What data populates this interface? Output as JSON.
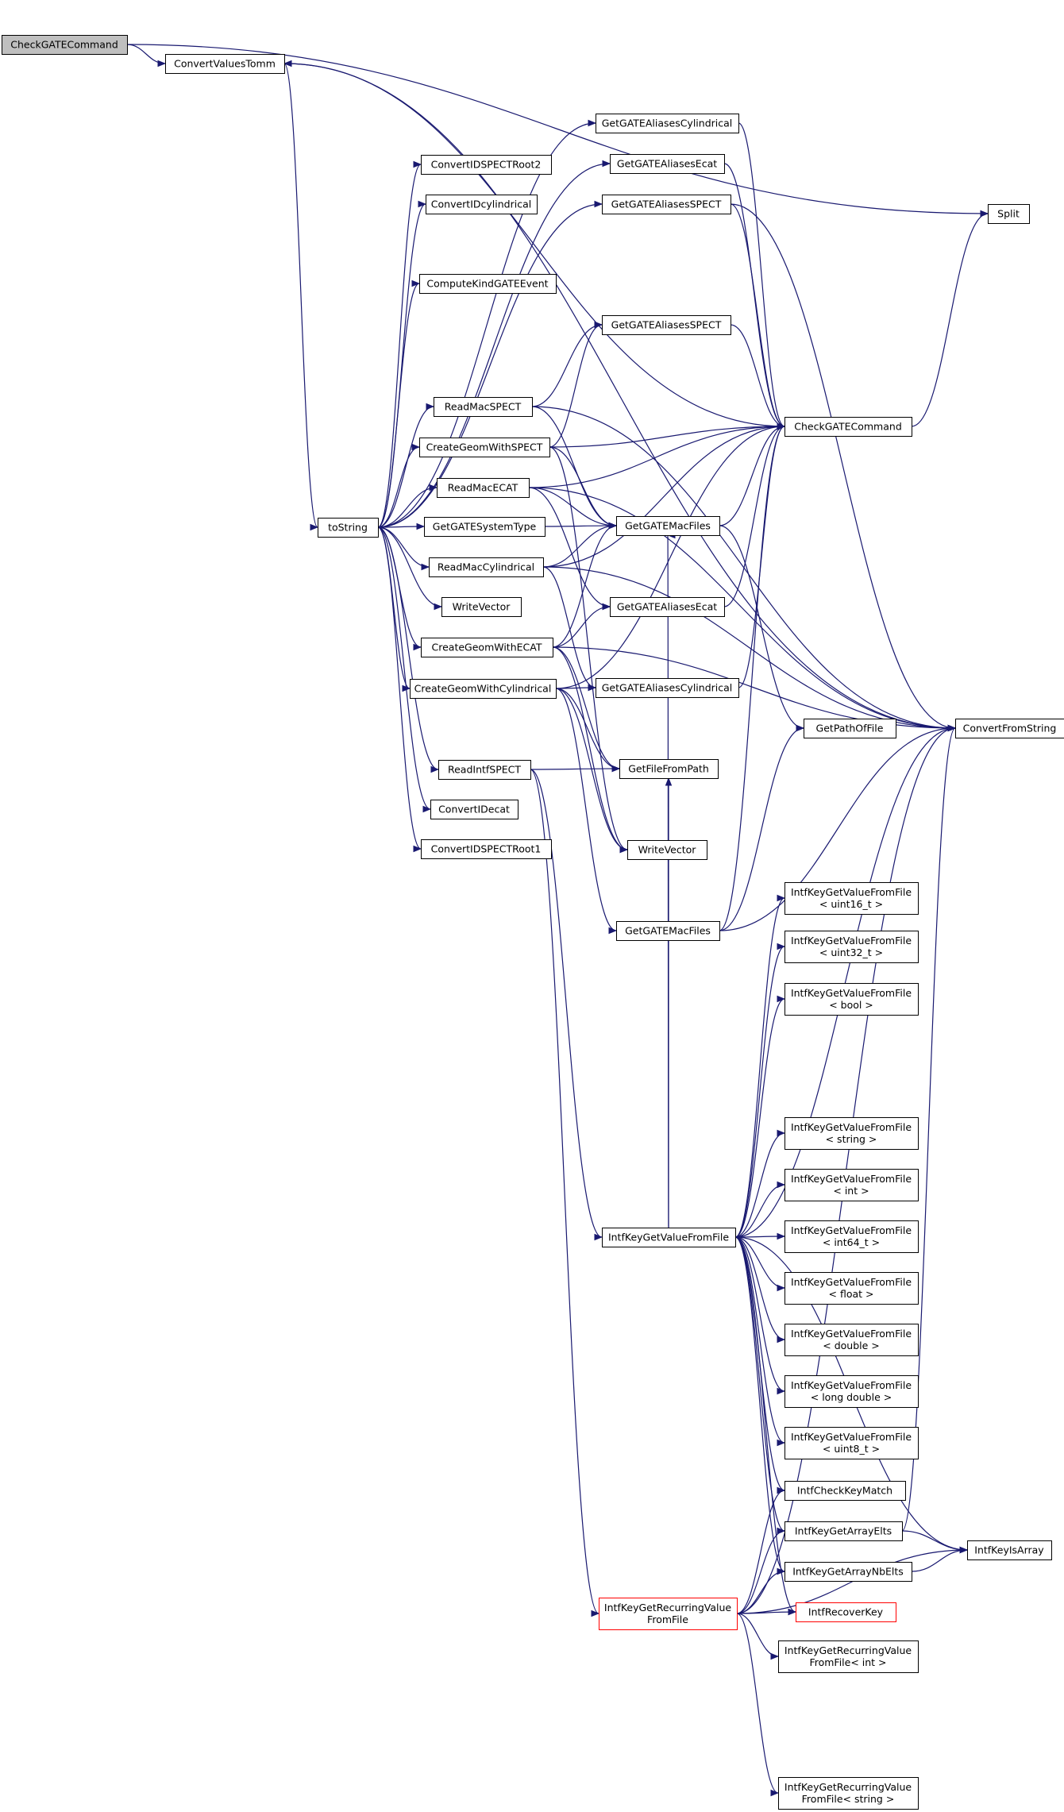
{
  "graph": {
    "edge_color": "#191970",
    "truncated_color": "#ff0000",
    "root_fill": "#bfbfbf",
    "nodes": [
      {
        "id": "root",
        "lines": [
          "CheckGATECommand"
        ]
      },
      {
        "id": "cvt",
        "lines": [
          "ConvertValuesTomm"
        ]
      },
      {
        "id": "split",
        "lines": [
          "Split"
        ]
      },
      {
        "id": "tostring",
        "lines": [
          "toString"
        ]
      },
      {
        "id": "cfs",
        "lines": [
          "ConvertFromString"
        ]
      },
      {
        "id": "cgc",
        "lines": [
          "CheckGATECommand"
        ]
      },
      {
        "id": "ciroot2",
        "lines": [
          "ConvertIDSPECTRoot2"
        ]
      },
      {
        "id": "cicyl",
        "lines": [
          "ConvertIDcylindrical"
        ]
      },
      {
        "id": "ckind",
        "lines": [
          "ComputeKindGATEEvent"
        ]
      },
      {
        "id": "rmspect",
        "lines": [
          "ReadMacSPECT"
        ]
      },
      {
        "id": "cgspect",
        "lines": [
          "CreateGeomWithSPECT"
        ]
      },
      {
        "id": "rmecat",
        "lines": [
          "ReadMacECAT"
        ]
      },
      {
        "id": "gst",
        "lines": [
          "GetGATESystemType"
        ]
      },
      {
        "id": "rmcyl",
        "lines": [
          "ReadMacCylindrical"
        ]
      },
      {
        "id": "wv1",
        "lines": [
          "WriteVector"
        ]
      },
      {
        "id": "cgecat",
        "lines": [
          "CreateGeomWithECAT"
        ]
      },
      {
        "id": "cgcyl",
        "lines": [
          "CreateGeomWithCylindrical"
        ]
      },
      {
        "id": "rispect",
        "lines": [
          "ReadIntfSPECT"
        ]
      },
      {
        "id": "ciecat",
        "lines": [
          "ConvertIDecat"
        ]
      },
      {
        "id": "ciroot1",
        "lines": [
          "ConvertIDSPECTRoot1"
        ]
      },
      {
        "id": "gacyl1",
        "lines": [
          "GetGATEAliasesCylindrical"
        ]
      },
      {
        "id": "gaecat1",
        "lines": [
          "GetGATEAliasesEcat"
        ]
      },
      {
        "id": "gaspect1",
        "lines": [
          "GetGATEAliasesSPECT"
        ]
      },
      {
        "id": "gaspect2",
        "lines": [
          "GetGATEAliasesSPECT"
        ]
      },
      {
        "id": "gmf1",
        "lines": [
          "GetGATEMacFiles"
        ]
      },
      {
        "id": "gaecat2",
        "lines": [
          "GetGATEAliasesEcat"
        ]
      },
      {
        "id": "gacyl2",
        "lines": [
          "GetGATEAliasesCylindrical"
        ]
      },
      {
        "id": "gffp",
        "lines": [
          "GetFileFromPath"
        ]
      },
      {
        "id": "wv2",
        "lines": [
          "WriteVector"
        ]
      },
      {
        "id": "gmf2",
        "lines": [
          "GetGATEMacFiles"
        ]
      },
      {
        "id": "gpof",
        "lines": [
          "GetPathOfFile"
        ]
      },
      {
        "id": "ikgv",
        "lines": [
          "IntfKeyGetValueFromFile"
        ]
      },
      {
        "id": "ikrv",
        "lines": [
          "IntfKeyGetRecurringValue",
          "FromFile"
        ],
        "truncated": true
      },
      {
        "id": "t_u16",
        "lines": [
          "IntfKeyGetValueFromFile",
          "< uint16_t >"
        ]
      },
      {
        "id": "t_u32",
        "lines": [
          "IntfKeyGetValueFromFile",
          "< uint32_t >"
        ]
      },
      {
        "id": "t_bool",
        "lines": [
          "IntfKeyGetValueFromFile",
          "< bool >"
        ]
      },
      {
        "id": "t_str",
        "lines": [
          "IntfKeyGetValueFromFile",
          "< string >"
        ]
      },
      {
        "id": "t_int",
        "lines": [
          "IntfKeyGetValueFromFile",
          "< int >"
        ]
      },
      {
        "id": "t_i64",
        "lines": [
          "IntfKeyGetValueFromFile",
          "< int64_t >"
        ]
      },
      {
        "id": "t_flt",
        "lines": [
          "IntfKeyGetValueFromFile",
          "< float >"
        ]
      },
      {
        "id": "t_dbl",
        "lines": [
          "IntfKeyGetValueFromFile",
          "< double >"
        ]
      },
      {
        "id": "t_ldbl",
        "lines": [
          "IntfKeyGetValueFromFile",
          "< long double >"
        ]
      },
      {
        "id": "t_u8",
        "lines": [
          "IntfKeyGetValueFromFile",
          "< uint8_t >"
        ]
      },
      {
        "id": "ickm",
        "lines": [
          "IntfCheckKeyMatch"
        ]
      },
      {
        "id": "ikgae",
        "lines": [
          "IntfKeyGetArrayElts"
        ]
      },
      {
        "id": "ikgane",
        "lines": [
          "IntfKeyGetArrayNbElts"
        ]
      },
      {
        "id": "irk",
        "lines": [
          "IntfRecoverKey"
        ],
        "truncated": true
      },
      {
        "id": "ikia",
        "lines": [
          "IntfKeyIsArray"
        ]
      },
      {
        "id": "rv_int",
        "lines": [
          "IntfKeyGetRecurringValue",
          "FromFile< int >"
        ]
      },
      {
        "id": "rv_str",
        "lines": [
          "IntfKeyGetRecurringValue",
          "FromFile< string >"
        ]
      }
    ],
    "edges": [
      [
        "root",
        "cvt"
      ],
      [
        "root",
        "split"
      ],
      [
        "cvt",
        "tostring"
      ],
      [
        "cvt",
        "cfs"
      ],
      [
        "cgc",
        "cvt"
      ],
      [
        "tostring",
        "ciroot2"
      ],
      [
        "tostring",
        "cicyl"
      ],
      [
        "tostring",
        "ckind"
      ],
      [
        "tostring",
        "rmspect"
      ],
      [
        "tostring",
        "cgspect"
      ],
      [
        "tostring",
        "rmecat"
      ],
      [
        "tostring",
        "gst"
      ],
      [
        "tostring",
        "rmcyl"
      ],
      [
        "tostring",
        "wv1"
      ],
      [
        "tostring",
        "cgecat"
      ],
      [
        "tostring",
        "cgcyl"
      ],
      [
        "tostring",
        "rispect"
      ],
      [
        "tostring",
        "ciecat"
      ],
      [
        "tostring",
        "ciroot1"
      ],
      [
        "tostring",
        "gacyl1"
      ],
      [
        "tostring",
        "gaecat1"
      ],
      [
        "tostring",
        "gaspect1"
      ],
      [
        "rmspect",
        "gaspect2"
      ],
      [
        "rmspect",
        "gmf1"
      ],
      [
        "rmspect",
        "cfs"
      ],
      [
        "cgspect",
        "cgc"
      ],
      [
        "cgspect",
        "gaspect2"
      ],
      [
        "cgspect",
        "gmf1"
      ],
      [
        "cgspect",
        "wv2"
      ],
      [
        "rmecat",
        "cgc"
      ],
      [
        "rmecat",
        "gmf1"
      ],
      [
        "rmecat",
        "gaecat2"
      ],
      [
        "rmecat",
        "cfs"
      ],
      [
        "gst",
        "gmf1"
      ],
      [
        "rmcyl",
        "gmf1"
      ],
      [
        "rmcyl",
        "gacyl2"
      ],
      [
        "rmcyl",
        "cgc"
      ],
      [
        "rmcyl",
        "cfs"
      ],
      [
        "cgecat",
        "gaecat2"
      ],
      [
        "cgecat",
        "gmf1"
      ],
      [
        "cgecat",
        "gffp"
      ],
      [
        "cgecat",
        "wv2"
      ],
      [
        "cgecat",
        "cfs"
      ],
      [
        "cgcyl",
        "gacyl2"
      ],
      [
        "cgcyl",
        "gffp"
      ],
      [
        "cgcyl",
        "wv2"
      ],
      [
        "cgcyl",
        "gmf2"
      ],
      [
        "cgcyl",
        "cgc"
      ],
      [
        "rispect",
        "ikgv"
      ],
      [
        "rispect",
        "ikrv"
      ],
      [
        "rispect",
        "gffp"
      ],
      [
        "gacyl1",
        "cgc"
      ],
      [
        "gaecat1",
        "cgc"
      ],
      [
        "gaspect1",
        "cgc"
      ],
      [
        "gaspect2",
        "cgc"
      ],
      [
        "gaecat2",
        "cgc"
      ],
      [
        "gacyl2",
        "cgc"
      ],
      [
        "gmf1",
        "cgc"
      ],
      [
        "gmf1",
        "gpof"
      ],
      [
        "gmf2",
        "cgc"
      ],
      [
        "gmf2",
        "gpof"
      ],
      [
        "gmf2",
        "cfs"
      ],
      [
        "cgc",
        "split"
      ],
      [
        "gaspect1",
        "cfs"
      ],
      [
        "ikgv",
        "t_u16"
      ],
      [
        "ikgv",
        "t_u32"
      ],
      [
        "ikgv",
        "t_bool"
      ],
      [
        "ikgv",
        "t_str"
      ],
      [
        "ikgv",
        "t_int"
      ],
      [
        "ikgv",
        "t_i64"
      ],
      [
        "ikgv",
        "t_flt"
      ],
      [
        "ikgv",
        "t_dbl"
      ],
      [
        "ikgv",
        "t_ldbl"
      ],
      [
        "ikgv",
        "t_u8"
      ],
      [
        "ikgv",
        "ickm"
      ],
      [
        "ikgv",
        "ikgae"
      ],
      [
        "ikgv",
        "ikgane"
      ],
      [
        "ikgv",
        "irk"
      ],
      [
        "ikgv",
        "ikia"
      ],
      [
        "ikgv",
        "cfs"
      ],
      [
        "ikgv",
        "gffp"
      ],
      [
        "ikgv",
        "gmf1"
      ],
      [
        "ikrv",
        "ickm"
      ],
      [
        "ikrv",
        "ikgae"
      ],
      [
        "ikrv",
        "ikgane"
      ],
      [
        "ikrv",
        "irk"
      ],
      [
        "ikrv",
        "rv_int"
      ],
      [
        "ikrv",
        "rv_str"
      ],
      [
        "ikrv",
        "ikia"
      ],
      [
        "ikrv",
        "cfs"
      ],
      [
        "ikgae",
        "ikia"
      ],
      [
        "ikgane",
        "ikia"
      ],
      [
        "ikgae",
        "cfs"
      ]
    ]
  }
}
